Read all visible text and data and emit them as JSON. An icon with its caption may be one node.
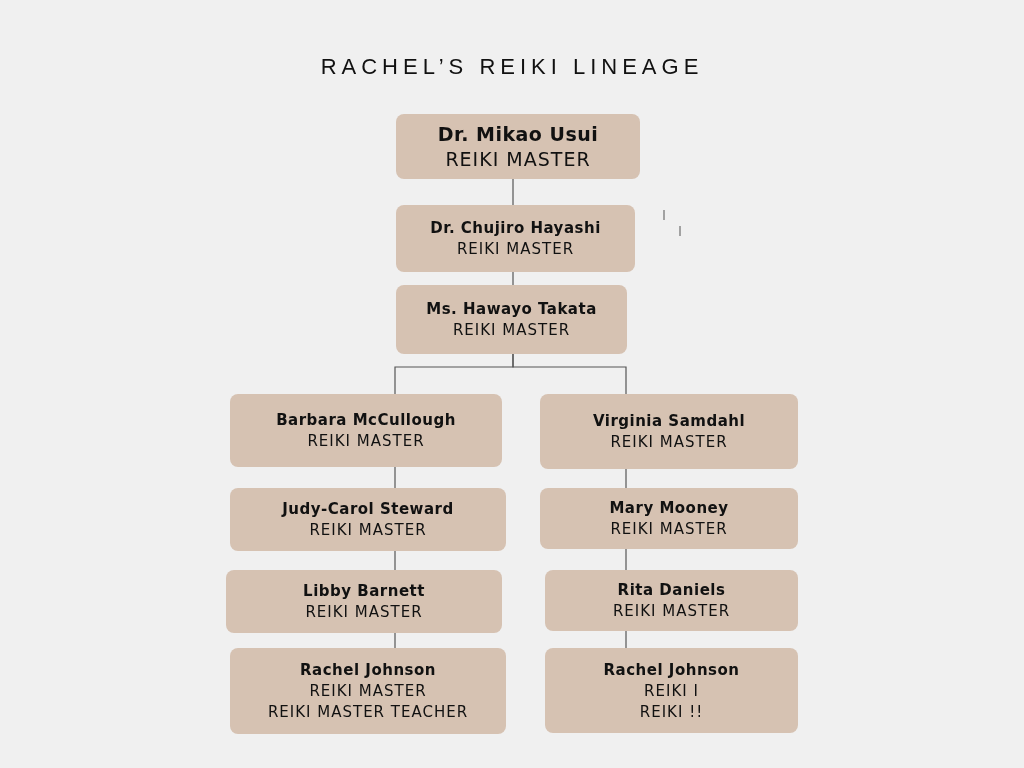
{
  "diagram": {
    "title": "RACHEL’S REIKI LINEAGE",
    "nodes": [
      {
        "text": [
          "Dr. Mikao Usui",
          "REIKI MASTER"
        ]
      },
      {
        "text": [
          "Dr. Chujiro Hayashi",
          "REIKI MASTER"
        ]
      },
      {
        "text": [
          "Ms. Hawayo Takata",
          "REIKI MASTER"
        ]
      },
      {
        "text": [
          "Barbara McCullough",
          "REIKI MASTER"
        ]
      },
      {
        "text": [
          "Virginia Samdahl",
          "REIKI MASTER"
        ]
      },
      {
        "text": [
          "Judy-Carol Steward",
          "REIKI MASTER"
        ]
      },
      {
        "text": [
          "Libby Barnett",
          "REIKI MASTER"
        ]
      },
      {
        "text": [
          "Rachel Johnson",
          "REIKI MASTER",
          "REIKI MASTER TEACHER"
        ]
      },
      {
        "text": [
          "Mary Mooney",
          "REIKI MASTER"
        ]
      },
      {
        "text": [
          "Rita Daniels",
          "REIKI MASTER"
        ]
      },
      {
        "text": [
          "Rachel Johnson",
          "REIKI I",
          "REIKI !!"
        ]
      }
    ],
    "edges": [
      {
        "from": 0,
        "to": 1,
        "arrow": "none"
      },
      {
        "from": 1,
        "to": 2,
        "arrow": "none"
      },
      {
        "from": 2,
        "to": 3,
        "arrow": "none"
      },
      {
        "from": 2,
        "to": 4,
        "arrow": "none"
      },
      {
        "from": 3,
        "to": 5,
        "arrow": "none"
      },
      {
        "from": 5,
        "to": 6,
        "arrow": "none"
      },
      {
        "from": 6,
        "to": 7,
        "arrow": "none"
      },
      {
        "from": 4,
        "to": 8,
        "arrow": "none"
      },
      {
        "from": 8,
        "to": 9,
        "arrow": "none"
      },
      {
        "from": 9,
        "to": 10,
        "arrow": "none"
      }
    ]
  }
}
